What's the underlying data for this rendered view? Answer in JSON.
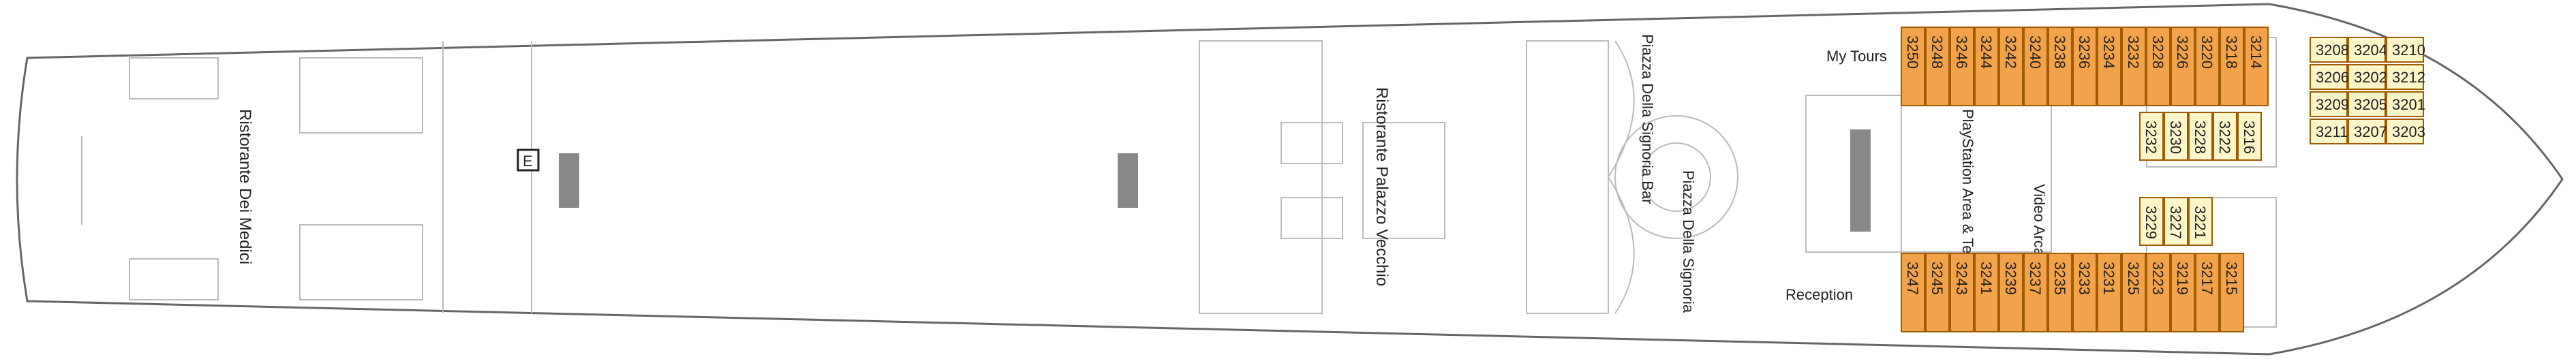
{
  "deck": {
    "venues": [
      {
        "id": "ristorante-medici",
        "label": "Ristorante Dei Medici"
      },
      {
        "id": "ristorante-vecchio",
        "label": "Ristorante Palazzo Vecchio"
      },
      {
        "id": "piazza-bar",
        "label": "Piazza Della Signoria Bar"
      },
      {
        "id": "piazza",
        "label": "Piazza Della Signoria"
      },
      {
        "id": "playstation",
        "label": "PlayStation Area & Teens Lounge"
      },
      {
        "id": "arcade",
        "label": "Video Arcade"
      },
      {
        "id": "tours",
        "label": "My Tours"
      },
      {
        "id": "reception",
        "label": "Reception"
      }
    ],
    "elevator_glyph": "E",
    "icons": {
      "connecting": "double-arrow-icon",
      "accessible": "check-mark-icon",
      "sofa": "square-icon",
      "extra_bed": "dot-icon"
    },
    "cabins": {
      "top_orange": [
        "3250",
        "3248",
        "3246",
        "3244",
        "3242",
        "3240",
        "3238",
        "3236",
        "3234",
        "3232",
        "3228",
        "3226",
        "3220",
        "3218",
        "3214"
      ],
      "bottom_orange": [
        "3247",
        "3245",
        "3243",
        "3241",
        "3239",
        "3237",
        "3235",
        "3233",
        "3231",
        "3225",
        "3223",
        "3219",
        "3217",
        "3215"
      ],
      "interior_upper": [
        "3232",
        "3230",
        "3228",
        "3222",
        "3216"
      ],
      "interior_lower": [
        "3229",
        "3227",
        "3221"
      ],
      "yellow_fwd": [
        "3208",
        "3204",
        "3210",
        "3206",
        "3202",
        "3212",
        "3209",
        "3205",
        "3201",
        "3211",
        "3207",
        "3203"
      ]
    }
  }
}
